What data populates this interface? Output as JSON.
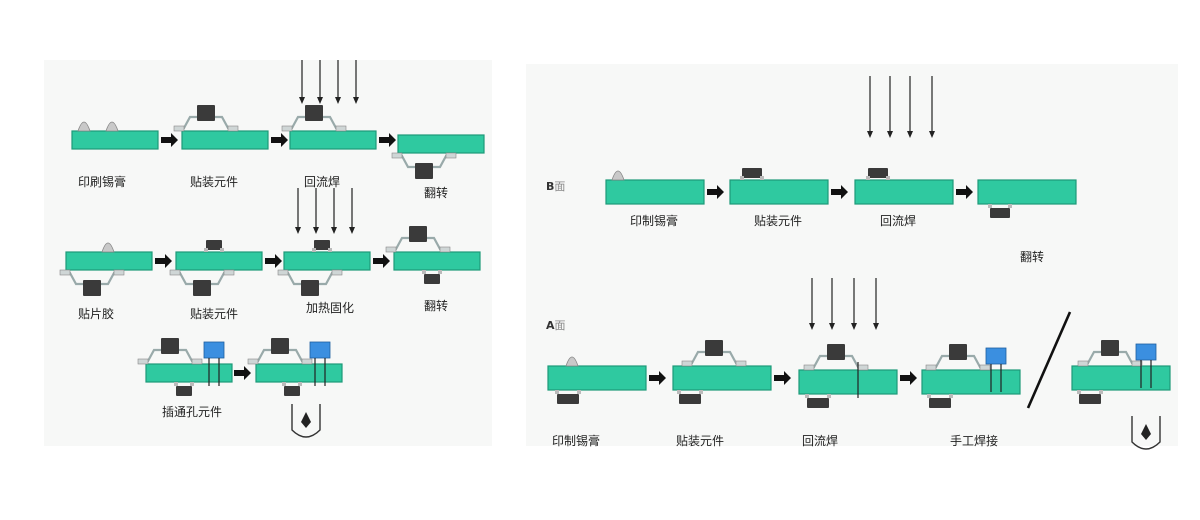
{
  "left": {
    "row1": [
      "印刷锡膏",
      "贴装元件",
      "回流焊",
      "翻转"
    ],
    "row2": [
      "贴片胶",
      "贴装元件",
      "加热固化",
      "翻转"
    ],
    "row3": [
      "插通孔元件"
    ]
  },
  "right": {
    "b_side": {
      "mark": "B",
      "suffix": "面",
      "steps": [
        "印制锡膏",
        "贴装元件",
        "回流焊",
        "翻转"
      ]
    },
    "a_side": {
      "mark": "A",
      "suffix": "面",
      "steps": [
        "印制锡膏",
        "贴装元件",
        "回流焊",
        "手工焊接"
      ]
    }
  },
  "colors": {
    "board": "#2fc9a0",
    "board_edge": "#1d9a79",
    "chip": "#3a3a3a",
    "capacitor": "#3b8fe0",
    "arrow": "#111111"
  }
}
